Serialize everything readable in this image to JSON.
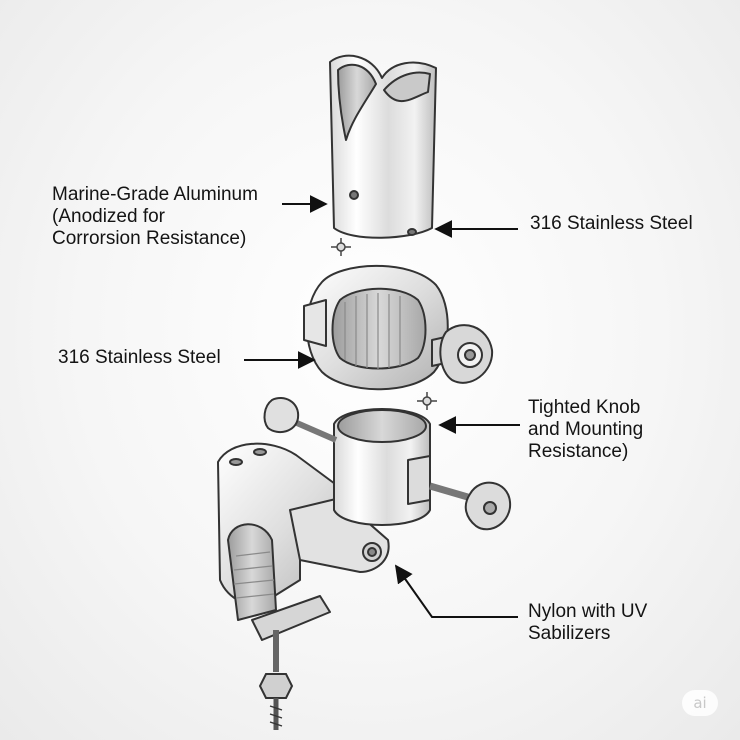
{
  "labels": {
    "aluminum": [
      "Marine-Grade Aluminum",
      "(Anodized for",
      "Corrorsion Resistance)"
    ],
    "steel_top": [
      "316 Stainless Steel"
    ],
    "steel_left": [
      "316 Stainless Steel"
    ],
    "knob": [
      "Tighted Knob",
      "and Mounting",
      "Resistance)"
    ],
    "nylon": [
      "Nylon with UV",
      "Sabilizers"
    ]
  },
  "watermark": "ai",
  "colors": {
    "metal_light": "#f4f4f4",
    "metal_mid": "#cfcfcf",
    "metal_dark": "#9a9a9a",
    "outline": "#3a3a3a",
    "arrow": "#111111"
  }
}
